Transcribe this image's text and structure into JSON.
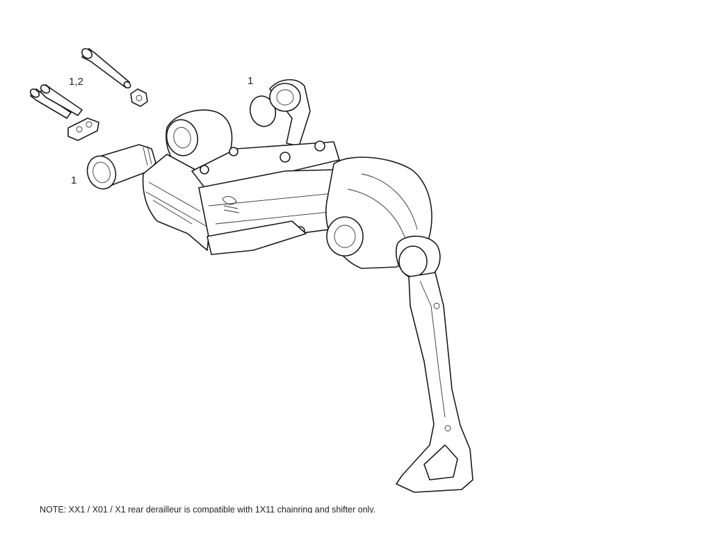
{
  "callouts": {
    "pins": "1,2",
    "cage_bushing": "1",
    "main_bushing": "1"
  },
  "note": "NOTE:  XX1 / X01 / X1 rear derailleur is compatible with 1X11 chainring and shifter only."
}
